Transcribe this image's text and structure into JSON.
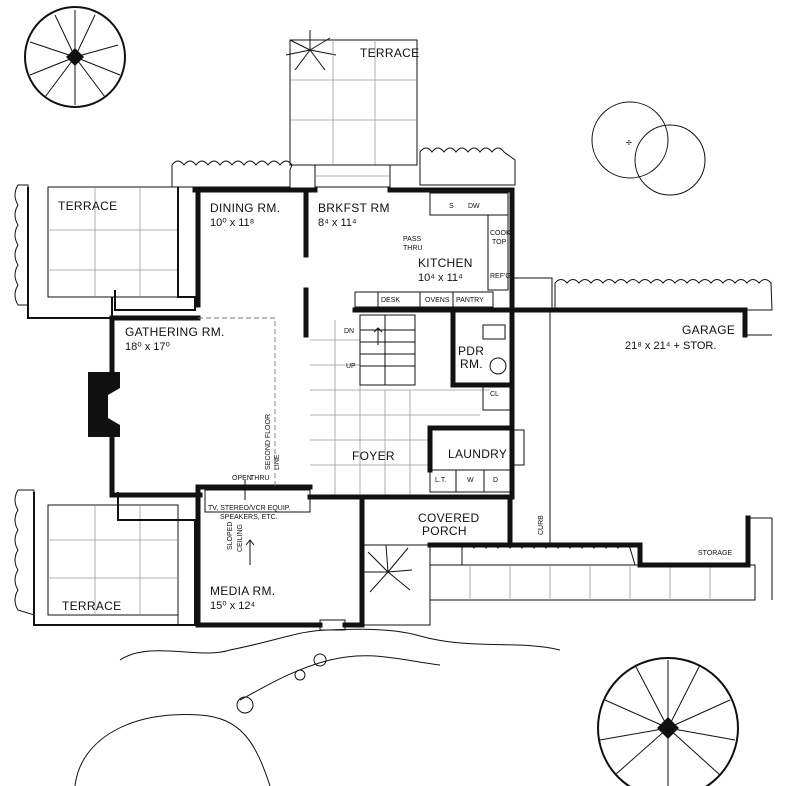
{
  "rooms": {
    "dining": {
      "name": "DINING RM.",
      "dim": "10⁰ x 11⁸"
    },
    "brkfst": {
      "name": "BRKFST RM",
      "dim": "8⁴ x 11⁴"
    },
    "kitchen": {
      "name": "KITCHEN",
      "dim": "10⁴ x 11⁴"
    },
    "gathering": {
      "name": "GATHERING RM.",
      "dim": "18⁰ x 17⁰"
    },
    "garage": {
      "name": "GARAGE",
      "dim": "21⁸ x 21⁴ + STOR."
    },
    "media": {
      "name": "MEDIA RM.",
      "dim": "15⁰ x 12⁴"
    },
    "pdr": {
      "name": "PDR",
      "name2": "RM."
    },
    "foyer": {
      "name": "FOYER"
    },
    "laundry": {
      "name": "LAUNDRY"
    },
    "porch": {
      "name": "COVERED",
      "name2": "PORCH"
    },
    "terrace_top": {
      "name": "TERRACE"
    },
    "terrace_left": {
      "name": "TERRACE"
    },
    "terrace_bottom": {
      "name": "TERRACE"
    },
    "storage": {
      "name": "STORAGE"
    }
  },
  "fixtures": {
    "pass_thru": [
      "PASS",
      "THRU"
    ],
    "desk": "DESK",
    "ovens": "OVENS",
    "pantry": "PANTRY",
    "cook_top": [
      "COOK",
      "TOP"
    ],
    "refg": "REF'G",
    "sink": "S",
    "dw": "DW",
    "cl": "CL",
    "lt": "L.T.",
    "w": "W",
    "d": "D",
    "dn": "DN",
    "up": "UP",
    "open_thru": [
      "OPEN",
      "THRU"
    ],
    "tv": "TV, STEREO/VCR EQUIP.",
    "speakers": "SPEAKERS, ETC.",
    "sloped_ceiling": [
      "SLOPED",
      "CEILING"
    ],
    "second_floor": [
      "SECOND FLOOR",
      "LINE"
    ],
    "curb": "CURB"
  }
}
